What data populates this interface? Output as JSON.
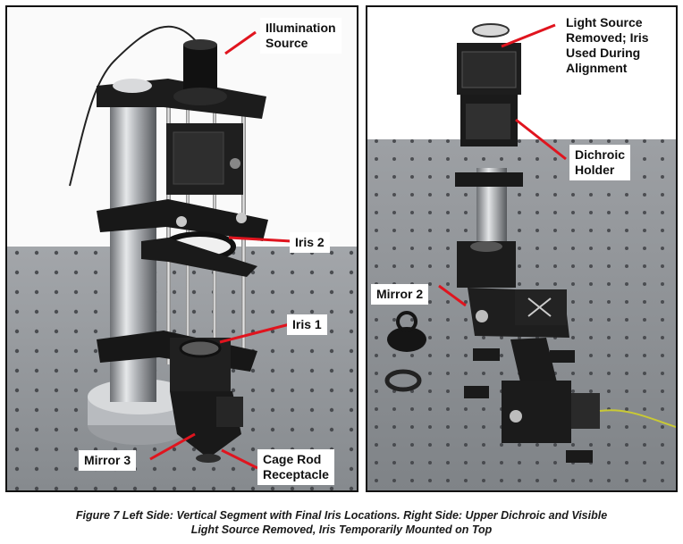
{
  "figure": {
    "caption_line1": "Figure 7  Left Side: Vertical Segment with Final Iris Locations. Right Side: Upper Dichroic and Visible",
    "caption_line2": "Light Source Removed, Iris Temporarily Mounted on Top"
  },
  "left_panel": {
    "labels": {
      "illumination_source": "Illumination\nSource",
      "iris_2": "Iris 2",
      "iris_1": "Iris 1",
      "mirror_3": "Mirror 3",
      "cage_rod_receptacle": "Cage Rod\nReceptacle"
    }
  },
  "right_panel": {
    "labels": {
      "light_source_removed": "Light Source\nRemoved; Iris\nUsed During\nAlignment",
      "dichroic_holder": "Dichroic\nHolder",
      "mirror_2": "Mirror 2"
    }
  },
  "colors": {
    "callout": "#e0141e",
    "frame": "#111111",
    "table": "#8f9296",
    "metal": "#1c1c1c",
    "steel": "#b9bcc0"
  }
}
